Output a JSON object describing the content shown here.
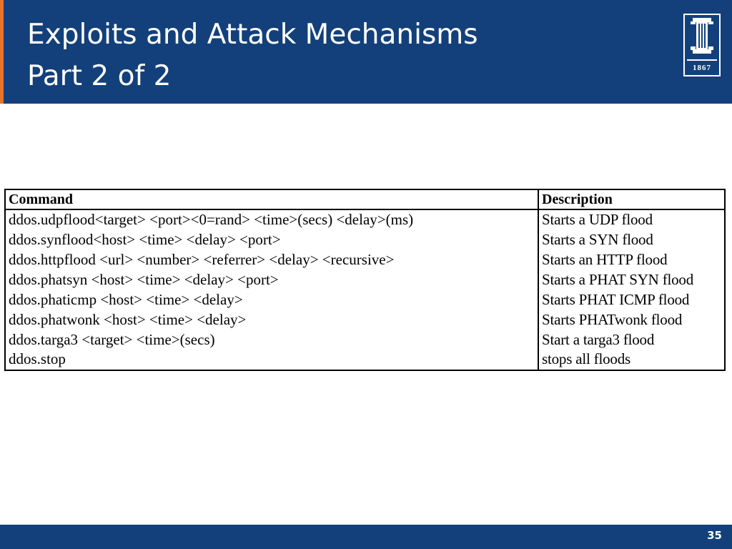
{
  "slide": {
    "title_line1": "Exploits and Attack Mechanisms",
    "title_line2": "Part 2 of 2",
    "page_number": "35",
    "logo": {
      "icon": "university-column-logo-icon",
      "year": "1867"
    },
    "colors": {
      "header_blue": "#13407a",
      "accent_orange": "#e8742c",
      "text_white": "#ffffff"
    }
  },
  "table": {
    "headers": {
      "command": "Command",
      "description": "Description"
    },
    "rows": [
      {
        "command": "ddos.udpflood<target> <port><0=rand> <time>(secs) <delay>(ms)",
        "description": "Starts a UDP flood"
      },
      {
        "command": "ddos.synflood<host> <time> <delay> <port>",
        "description": "Starts a SYN flood"
      },
      {
        "command": "ddos.httpflood <url> <number> <referrer> <delay> <recursive>",
        "description": "Starts an HTTP flood"
      },
      {
        "command": "ddos.phatsyn <host> <time> <delay> <port>",
        "description": "Starts a PHAT SYN flood"
      },
      {
        "command": "ddos.phaticmp <host> <time> <delay>",
        "description": "Starts PHAT ICMP flood"
      },
      {
        "command": "ddos.phatwonk <host> <time> <delay>",
        "description": "Starts PHATwonk flood"
      },
      {
        "command": "ddos.targa3 <target> <time>(secs)",
        "description": "Start a targa3 flood"
      },
      {
        "command": "ddos.stop",
        "description": "stops all floods"
      }
    ]
  }
}
